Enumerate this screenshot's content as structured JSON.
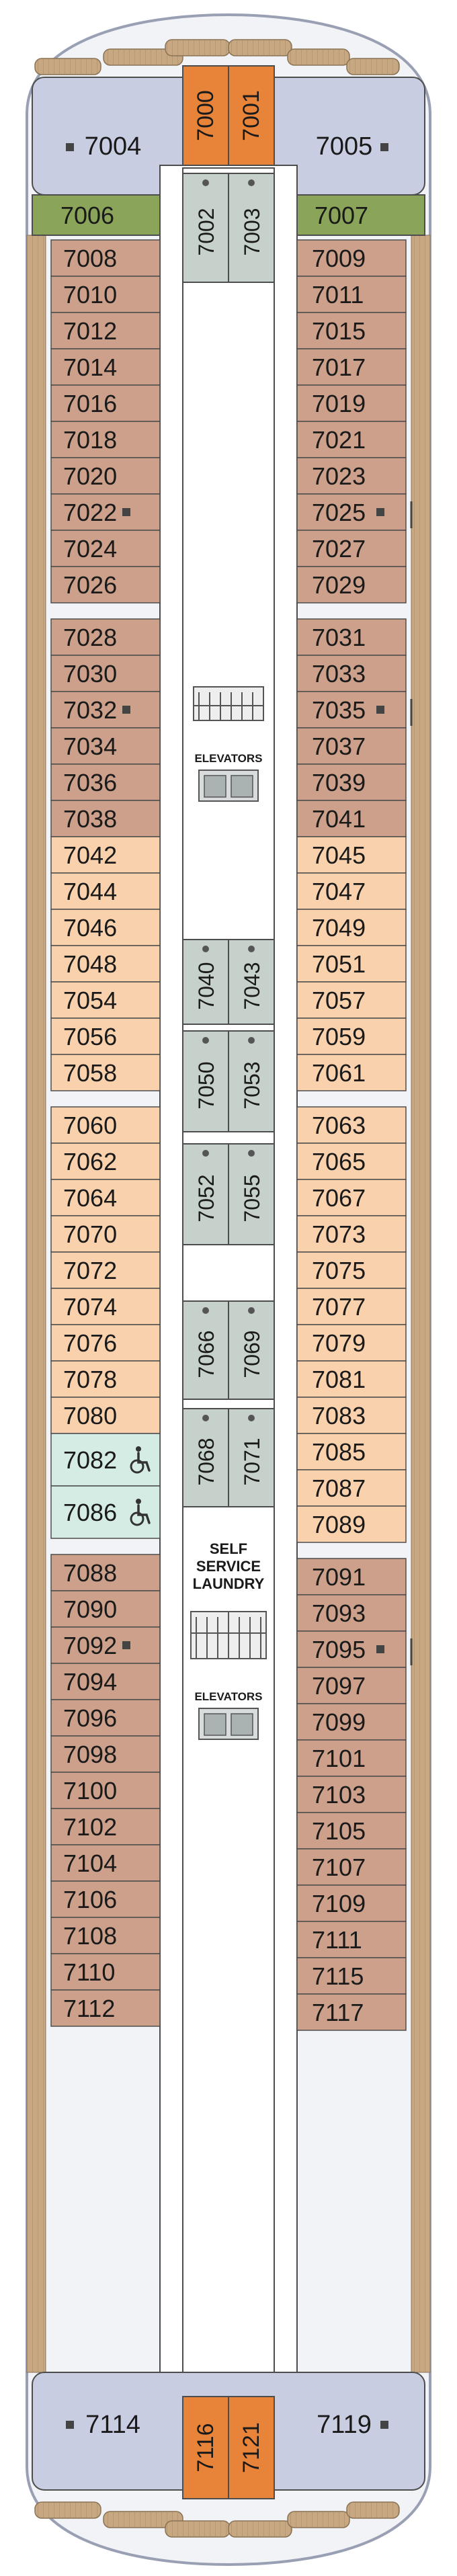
{
  "colors": {
    "bow_bg": "#c9cde2",
    "deck_plank": "#c7a882",
    "deck_plank_dark": "#a98c68",
    "cabin_dark": "#cca08a",
    "cabin_light": "#f9d2ad",
    "suite_green": "#8aa55a",
    "forward_orange": "#e8833a",
    "interior_grey": "#c6d1cb",
    "accessible": "#d5ece4",
    "corridor": "#ffffff",
    "outline": "#4d4d4d",
    "text": "#1a1a1a"
  },
  "top_cabins": {
    "bow_left": "7004",
    "bow_right": "7005",
    "forward_1": "7000",
    "forward_2": "7001",
    "suite_left": "7006",
    "suite_right": "7007"
  },
  "bottom_cabins": {
    "stern_left": "7114",
    "stern_right": "7119",
    "aft_1": "7116",
    "aft_2": "7121"
  },
  "left_cabins": [
    {
      "no": "7008",
      "tone": "dark"
    },
    {
      "no": "7010",
      "tone": "dark"
    },
    {
      "no": "7012",
      "tone": "dark"
    },
    {
      "no": "7014",
      "tone": "dark"
    },
    {
      "no": "7016",
      "tone": "dark"
    },
    {
      "no": "7018",
      "tone": "dark"
    },
    {
      "no": "7020",
      "tone": "dark"
    },
    {
      "no": "7022",
      "tone": "dark",
      "connect": true
    },
    {
      "no": "7024",
      "tone": "dark"
    },
    {
      "no": "7026",
      "tone": "dark"
    },
    {
      "no": "7028",
      "tone": "dark",
      "gap_before": true
    },
    {
      "no": "7030",
      "tone": "dark"
    },
    {
      "no": "7032",
      "tone": "dark",
      "connect": true
    },
    {
      "no": "7034",
      "tone": "dark"
    },
    {
      "no": "7036",
      "tone": "dark"
    },
    {
      "no": "7038",
      "tone": "dark"
    },
    {
      "no": "7042",
      "tone": "light"
    },
    {
      "no": "7044",
      "tone": "light"
    },
    {
      "no": "7046",
      "tone": "light"
    },
    {
      "no": "7048",
      "tone": "light"
    },
    {
      "no": "7054",
      "tone": "light"
    },
    {
      "no": "7056",
      "tone": "light"
    },
    {
      "no": "7058",
      "tone": "light"
    },
    {
      "no": "7060",
      "tone": "light",
      "gap_before": true
    },
    {
      "no": "7062",
      "tone": "light"
    },
    {
      "no": "7064",
      "tone": "light"
    },
    {
      "no": "7070",
      "tone": "light"
    },
    {
      "no": "7072",
      "tone": "light"
    },
    {
      "no": "7074",
      "tone": "light"
    },
    {
      "no": "7076",
      "tone": "light"
    },
    {
      "no": "7078",
      "tone": "light"
    },
    {
      "no": "7080",
      "tone": "light"
    },
    {
      "no": "7082",
      "tone": "accessible",
      "accessible": true,
      "double": true
    },
    {
      "no": "7086",
      "tone": "accessible",
      "accessible": true,
      "double": true
    },
    {
      "no": "7088",
      "tone": "dark",
      "gap_before": true
    },
    {
      "no": "7090",
      "tone": "dark"
    },
    {
      "no": "7092",
      "tone": "dark",
      "connect": true
    },
    {
      "no": "7094",
      "tone": "dark"
    },
    {
      "no": "7096",
      "tone": "dark"
    },
    {
      "no": "7098",
      "tone": "dark"
    },
    {
      "no": "7100",
      "tone": "dark"
    },
    {
      "no": "7102",
      "tone": "dark"
    },
    {
      "no": "7104",
      "tone": "dark"
    },
    {
      "no": "7106",
      "tone": "dark"
    },
    {
      "no": "7108",
      "tone": "dark"
    },
    {
      "no": "7110",
      "tone": "dark"
    },
    {
      "no": "7112",
      "tone": "dark"
    }
  ],
  "right_cabins": [
    {
      "no": "7009",
      "tone": "dark"
    },
    {
      "no": "7011",
      "tone": "dark"
    },
    {
      "no": "7015",
      "tone": "dark"
    },
    {
      "no": "7017",
      "tone": "dark"
    },
    {
      "no": "7019",
      "tone": "dark"
    },
    {
      "no": "7021",
      "tone": "dark"
    },
    {
      "no": "7023",
      "tone": "dark"
    },
    {
      "no": "7025",
      "tone": "dark",
      "connect": true
    },
    {
      "no": "7027",
      "tone": "dark"
    },
    {
      "no": "7029",
      "tone": "dark"
    },
    {
      "no": "7031",
      "tone": "dark",
      "gap_before": true
    },
    {
      "no": "7033",
      "tone": "dark"
    },
    {
      "no": "7035",
      "tone": "dark",
      "connect": true
    },
    {
      "no": "7037",
      "tone": "dark"
    },
    {
      "no": "7039",
      "tone": "dark"
    },
    {
      "no": "7041",
      "tone": "dark"
    },
    {
      "no": "7045",
      "tone": "light"
    },
    {
      "no": "7047",
      "tone": "light"
    },
    {
      "no": "7049",
      "tone": "light"
    },
    {
      "no": "7051",
      "tone": "light"
    },
    {
      "no": "7057",
      "tone": "light"
    },
    {
      "no": "7059",
      "tone": "light"
    },
    {
      "no": "7061",
      "tone": "light"
    },
    {
      "no": "7063",
      "tone": "light",
      "gap_before": true
    },
    {
      "no": "7065",
      "tone": "light"
    },
    {
      "no": "7067",
      "tone": "light"
    },
    {
      "no": "7073",
      "tone": "light"
    },
    {
      "no": "7075",
      "tone": "light"
    },
    {
      "no": "7077",
      "tone": "light"
    },
    {
      "no": "7079",
      "tone": "light"
    },
    {
      "no": "7081",
      "tone": "light"
    },
    {
      "no": "7083",
      "tone": "light"
    },
    {
      "no": "7085",
      "tone": "light"
    },
    {
      "no": "7087",
      "tone": "light"
    },
    {
      "no": "7089",
      "tone": "light"
    },
    {
      "no": "7091",
      "tone": "dark",
      "gap_before": true
    },
    {
      "no": "7093",
      "tone": "dark"
    },
    {
      "no": "7095",
      "tone": "dark",
      "connect": true
    },
    {
      "no": "7097",
      "tone": "dark"
    },
    {
      "no": "7099",
      "tone": "dark"
    },
    {
      "no": "7101",
      "tone": "dark"
    },
    {
      "no": "7103",
      "tone": "dark"
    },
    {
      "no": "7105",
      "tone": "dark"
    },
    {
      "no": "7107",
      "tone": "dark"
    },
    {
      "no": "7109",
      "tone": "dark"
    },
    {
      "no": "7111",
      "tone": "dark"
    },
    {
      "no": "7115",
      "tone": "dark"
    },
    {
      "no": "7117",
      "tone": "dark"
    }
  ],
  "center_cabins": [
    {
      "left": "7002",
      "right": "7003"
    },
    {
      "left": "7040",
      "right": "7043"
    },
    {
      "left": "7050",
      "right": "7053"
    },
    {
      "left": "7052",
      "right": "7055"
    },
    {
      "left": "7066",
      "right": "7069"
    },
    {
      "left": "7068",
      "right": "7071"
    }
  ],
  "facilities": {
    "elevators_label": "ELEVATORS",
    "laundry_label_line1": "SELF",
    "laundry_label_line2": "SERVICE",
    "laundry_label_line3": "LAUNDRY",
    "elevators2_label": "ELEVATORS"
  },
  "icons": {
    "accessible": "wheelchair-icon",
    "connecting": "connecting-door-icon",
    "stairs": "stairs-icon",
    "elevator": "elevator-icon"
  }
}
